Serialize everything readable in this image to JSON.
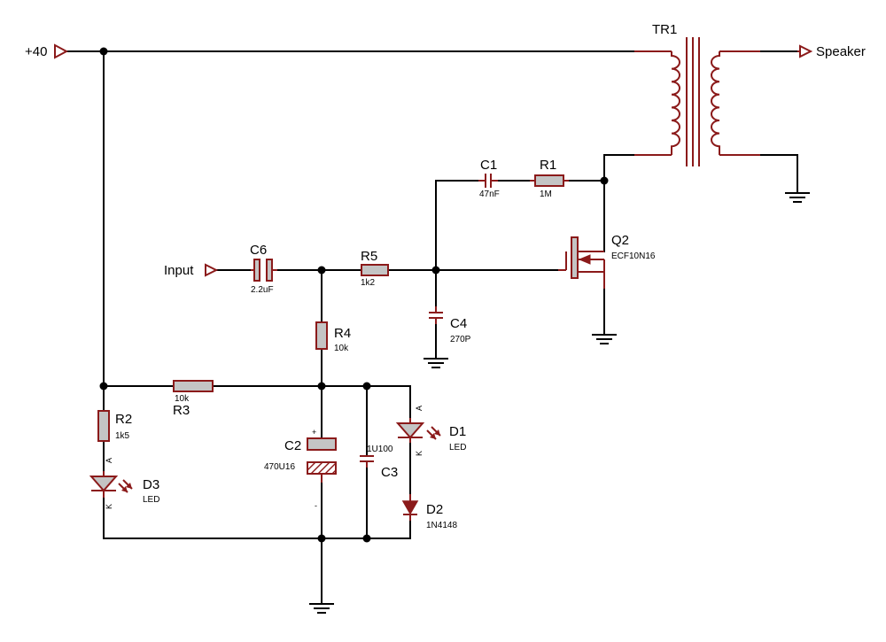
{
  "terminals": {
    "supply": "+40",
    "input": "Input",
    "output": "Speaker"
  },
  "components": {
    "TR1": {
      "ref": "TR1"
    },
    "C1": {
      "ref": "C1",
      "value": "47nF"
    },
    "R1": {
      "ref": "R1",
      "value": "1M"
    },
    "Q2": {
      "ref": "Q2",
      "value": "ECF10N16"
    },
    "C6": {
      "ref": "C6",
      "value": "2.2uF"
    },
    "R5": {
      "ref": "R5",
      "value": "1k2"
    },
    "C4": {
      "ref": "C4",
      "value": "270P"
    },
    "R4": {
      "ref": "R4",
      "value": "10k"
    },
    "R3": {
      "ref": "R3",
      "value": "10k"
    },
    "R2": {
      "ref": "R2",
      "value": "1k5"
    },
    "D3": {
      "ref": "D3",
      "value": "LED",
      "pin_a": "A",
      "pin_k": "K"
    },
    "C2": {
      "ref": "C2",
      "value": "470U16",
      "plus": "+",
      "minus": "-"
    },
    "C3": {
      "ref": "C3",
      "value": "1U100"
    },
    "D1": {
      "ref": "D1",
      "value": "LED",
      "pin_a": "A",
      "pin_k": "K"
    },
    "D2": {
      "ref": "D2",
      "value": "1N4148"
    }
  }
}
